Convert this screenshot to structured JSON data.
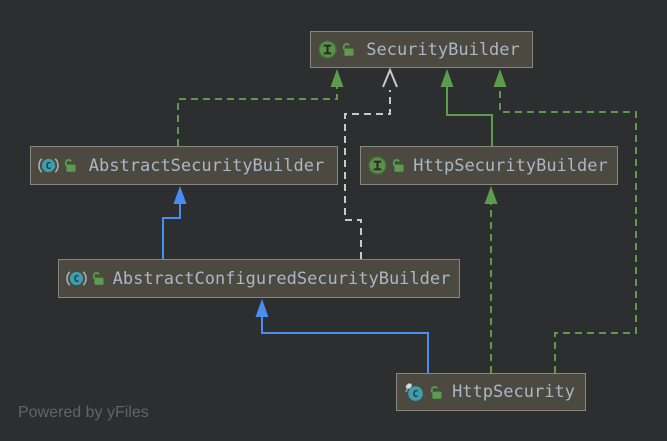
{
  "diagram": {
    "type": "uml-class-diagram",
    "nodes": [
      {
        "id": "SecurityBuilder",
        "label": "SecurityBuilder",
        "kind": "interface",
        "kind_icon": "interface-icon",
        "visibility_icon": "unlocked-padlock-icon"
      },
      {
        "id": "AbstractSecurityBuilder",
        "label": "AbstractSecurityBuilder",
        "kind": "abstract-class",
        "kind_icon": "abstract-class-icon",
        "visibility_icon": "unlocked-padlock-icon"
      },
      {
        "id": "HttpSecurityBuilder",
        "label": "HttpSecurityBuilder",
        "kind": "interface",
        "kind_icon": "interface-icon",
        "visibility_icon": "unlocked-padlock-icon"
      },
      {
        "id": "AbstractConfiguredSecurityBuilder",
        "label": "AbstractConfiguredSecurityBuilder",
        "kind": "abstract-class",
        "kind_icon": "abstract-class-icon",
        "visibility_icon": "unlocked-padlock-icon"
      },
      {
        "id": "HttpSecurity",
        "label": "HttpSecurity",
        "kind": "final-class",
        "kind_icon": "final-class-icon",
        "visibility_icon": "unlocked-padlock-icon"
      }
    ],
    "edges": [
      {
        "from": "AbstractSecurityBuilder",
        "to": "SecurityBuilder",
        "relation": "implements",
        "line": "dashed",
        "color": "#5d9b4d",
        "arrowhead": "filled-triangle"
      },
      {
        "from": "AbstractConfiguredSecurityBuilder",
        "to": "SecurityBuilder",
        "relation": "dependency",
        "line": "dashed",
        "color": "#c9c9c9",
        "arrowhead": "open-chevron"
      },
      {
        "from": "HttpSecurityBuilder",
        "to": "SecurityBuilder",
        "relation": "extends",
        "line": "solid",
        "color": "#5d9b4d",
        "arrowhead": "filled-triangle"
      },
      {
        "from": "HttpSecurity",
        "to": "SecurityBuilder",
        "relation": "implements",
        "line": "dashed",
        "color": "#5d9b4d",
        "arrowhead": "filled-triangle"
      },
      {
        "from": "HttpSecurity",
        "to": "HttpSecurityBuilder",
        "relation": "implements",
        "line": "dashed",
        "color": "#5d9b4d",
        "arrowhead": "filled-triangle"
      },
      {
        "from": "AbstractConfiguredSecurityBuilder",
        "to": "AbstractSecurityBuilder",
        "relation": "extends",
        "line": "solid",
        "color": "#4a8df0",
        "arrowhead": "filled-triangle"
      },
      {
        "from": "HttpSecurity",
        "to": "AbstractConfiguredSecurityBuilder",
        "relation": "extends",
        "line": "solid",
        "color": "#4a8df0",
        "arrowhead": "filled-triangle"
      }
    ],
    "colors": {
      "background": "#2c2e2f",
      "node_fill": "#4b4940",
      "node_border": "#87877f",
      "node_text": "#a9b7c6",
      "edge_green": "#5d9b4d",
      "edge_blue": "#4a8df0",
      "edge_gray": "#c9c9c9",
      "interface_icon_green": "#599346",
      "class_icon_teal": "#3f9eae"
    },
    "footer": {
      "text": "Powered by yFiles"
    }
  }
}
